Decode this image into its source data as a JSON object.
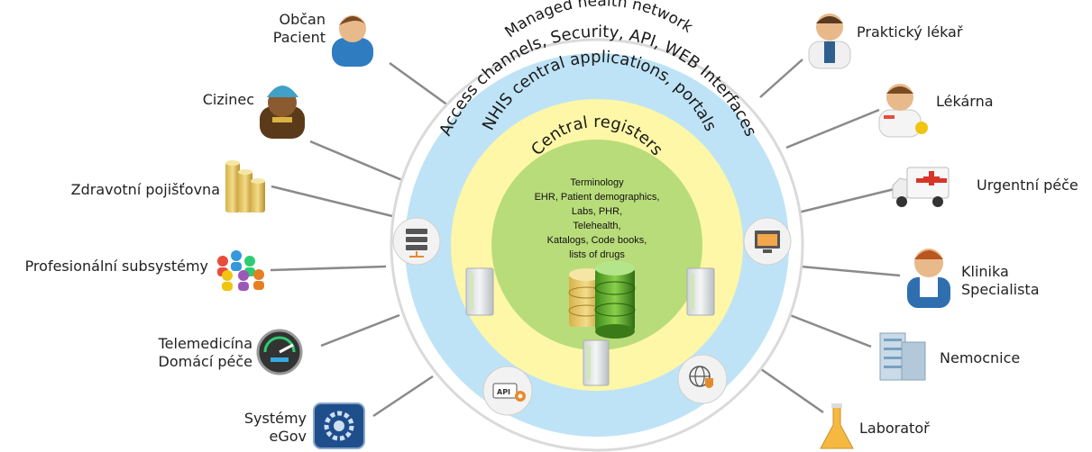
{
  "rings": {
    "outer": "Managed health network",
    "access": "Access channels, Security, API, WEB Interfaces",
    "apps": "NHIS central applications, portals",
    "core": "Central registers"
  },
  "registers": [
    "Terminology",
    "EHR, Patient demographics,",
    "Labs, PHR,",
    "Telehealth,",
    "Katalogs, Code books,",
    "lists of drugs"
  ],
  "left_nodes": [
    {
      "id": "obcan",
      "lines": [
        "Občan",
        "Pacient"
      ],
      "icon": "person-icon"
    },
    {
      "id": "cizinec",
      "lines": [
        "Cizinec"
      ],
      "icon": "foreign-woman-icon"
    },
    {
      "id": "pojistovna",
      "lines": [
        "Zdravotní pojišťovna"
      ],
      "icon": "coins-icon"
    },
    {
      "id": "subsystemy",
      "lines": [
        "Profesionální subsystémy"
      ],
      "icon": "people-network-icon"
    },
    {
      "id": "telemedicina",
      "lines": [
        "Telemedicína",
        "Domácí péče"
      ],
      "icon": "gauge-icon"
    },
    {
      "id": "egov",
      "lines": [
        "Systémy",
        "eGov"
      ],
      "icon": "gear-screen-icon"
    }
  ],
  "right_nodes": [
    {
      "id": "lekar",
      "lines": [
        "Praktický lékař"
      ],
      "icon": "doctor-icon"
    },
    {
      "id": "lekarna",
      "lines": [
        "Lékárna"
      ],
      "icon": "pharmacist-icon"
    },
    {
      "id": "urgent",
      "lines": [
        "Urgentní péče"
      ],
      "icon": "ambulance-icon"
    },
    {
      "id": "klinika",
      "lines": [
        "Klinika",
        "Specialista"
      ],
      "icon": "specialist-icon"
    },
    {
      "id": "nemocnice",
      "lines": [
        "Nemocnice"
      ],
      "icon": "hospital-icon"
    },
    {
      "id": "laborator",
      "lines": [
        "Laboratoř"
      ],
      "icon": "flask-icon"
    }
  ],
  "inner_icons": [
    "server-rack-icon",
    "monitor-window-icon",
    "api-gear-icon",
    "globe-shield-icon",
    "database-stack-icon"
  ],
  "colors": {
    "outer": "#bfe3f6",
    "middle": "#fdf7a7",
    "core": "#b9dc7a",
    "ring_border": "#d9d9d9",
    "connector": "#8a8a8a"
  }
}
